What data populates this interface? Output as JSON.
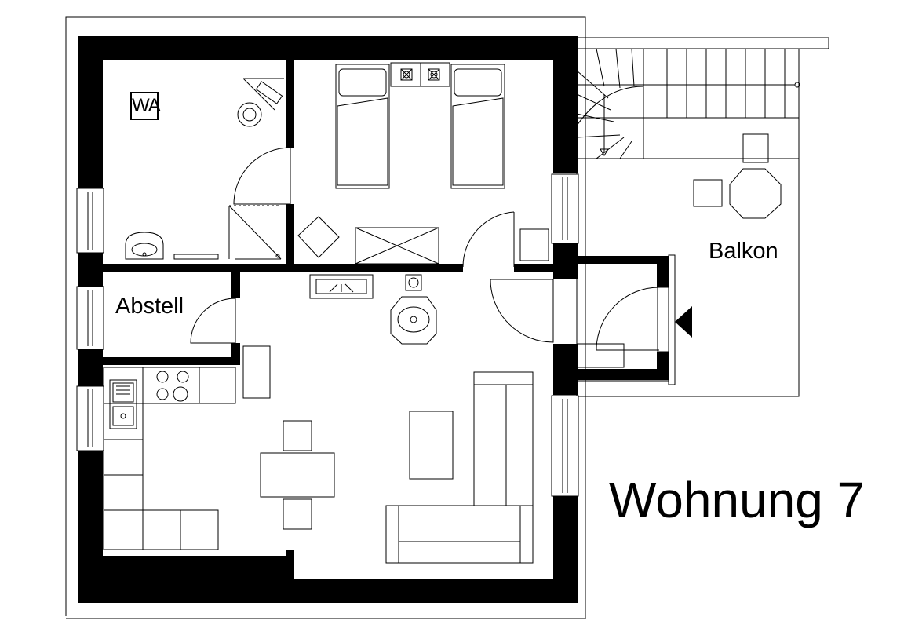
{
  "plan": {
    "title": "Wohnung 7",
    "rooms": {
      "wc": "WA",
      "storage": "Abstell",
      "balcony": "Balkon"
    },
    "colors": {
      "wall": "#000000",
      "line": "#000000",
      "background": "#ffffff"
    }
  }
}
